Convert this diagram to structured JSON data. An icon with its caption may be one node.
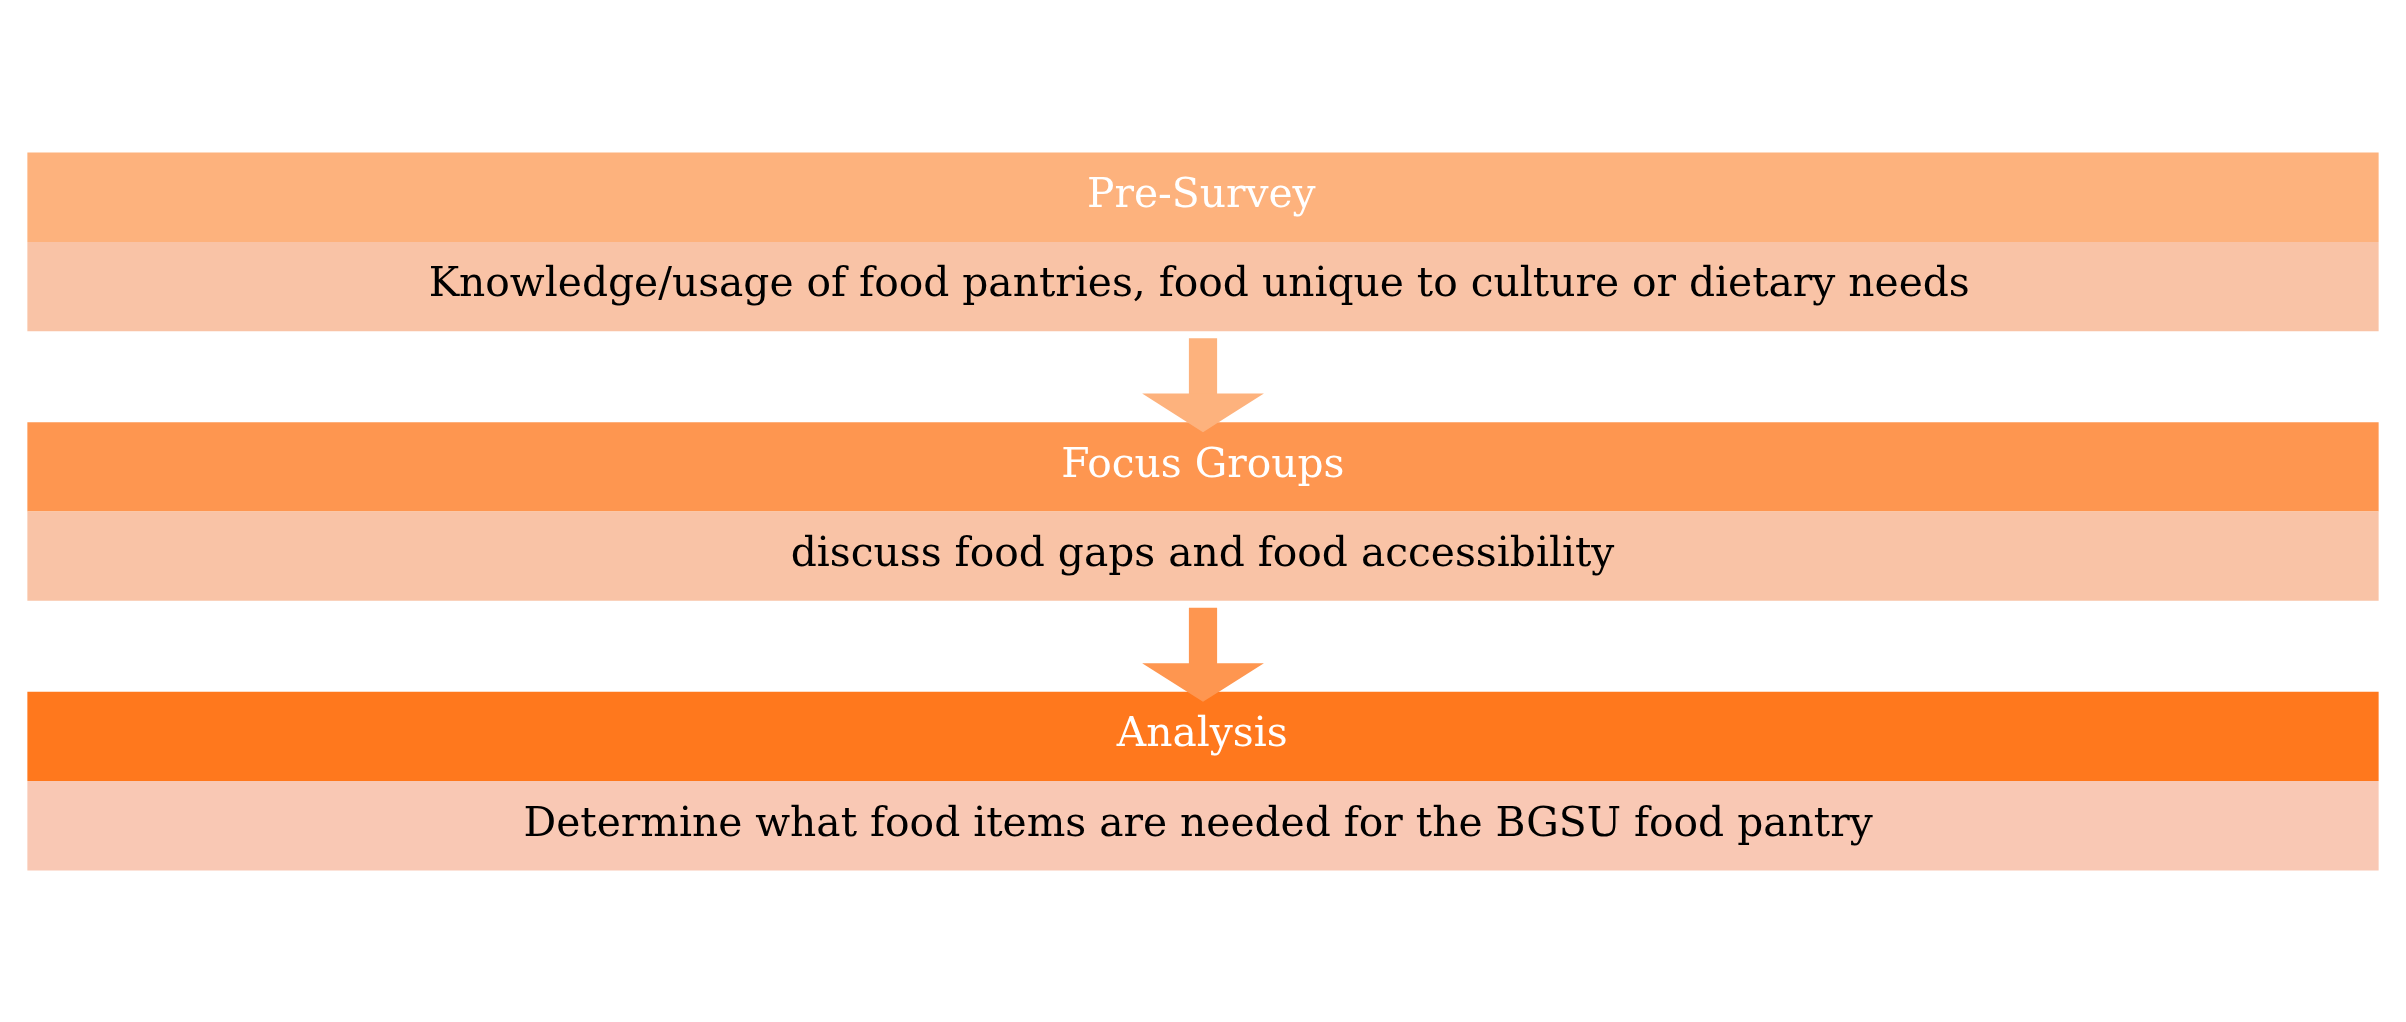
{
  "diagram": {
    "nodes": [
      {
        "text": [
          "Pre-Survey",
          "Knowledge/usage of food pantries, food unique to culture or dietary needs"
        ]
      },
      {
        "text": [
          "Focus Groups",
          "discuss food gaps and food accessibility"
        ]
      },
      {
        "text": [
          "Analysis",
          "Determine what food items are needed for the BGSU food pantry"
        ]
      }
    ],
    "edges": [
      {
        "from": 0,
        "to": 1,
        "arrow": "to",
        "color": "#fdb27d"
      },
      {
        "from": 1,
        "to": 2,
        "arrow": "to",
        "color": "#fe9650"
      }
    ]
  }
}
